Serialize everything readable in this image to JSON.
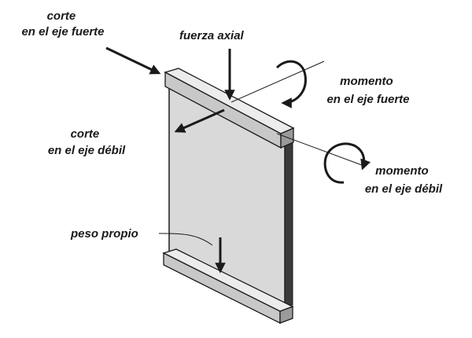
{
  "labels": {
    "shear_strong": [
      "corte",
      "en el eje fuerte"
    ],
    "axial_force": "fuerza axial",
    "moment_strong": [
      "momento",
      "en el eje fuerte"
    ],
    "shear_weak": [
      "corte",
      "en el eje débil"
    ],
    "moment_weak": [
      "momento",
      "en el eje débil"
    ],
    "self_weight": "peso propio"
  },
  "colors": {
    "panel_fill": "#d9d9d9",
    "flange_fill": "#c8c8c8",
    "line": "#1a1a1a"
  }
}
